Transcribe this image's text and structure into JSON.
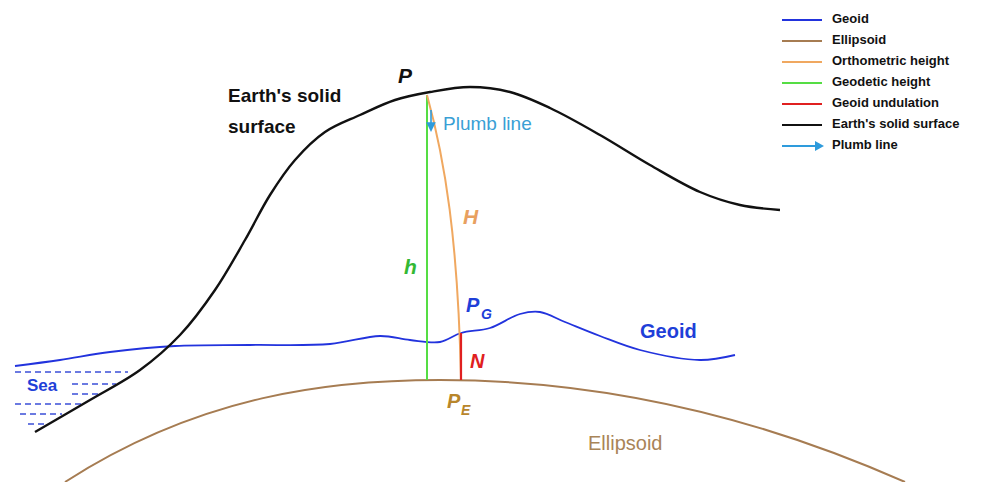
{
  "diagram": {
    "labels": [
      "Earth's solid surface",
      "P",
      "Plumb line",
      "h",
      "H",
      "P",
      "G",
      "Geoid",
      "N",
      "P",
      "E",
      "Ellipsoid",
      "Sea"
    ],
    "legend": [
      {
        "text": "Geoid"
      },
      {
        "text": "Ellipsoid"
      },
      {
        "text": "Orthometric height"
      },
      {
        "text": "Geodetic height"
      },
      {
        "text": "Geoid undulation"
      },
      {
        "text": "Earth's solid surface"
      },
      {
        "text": "Plumb line"
      }
    ]
  }
}
